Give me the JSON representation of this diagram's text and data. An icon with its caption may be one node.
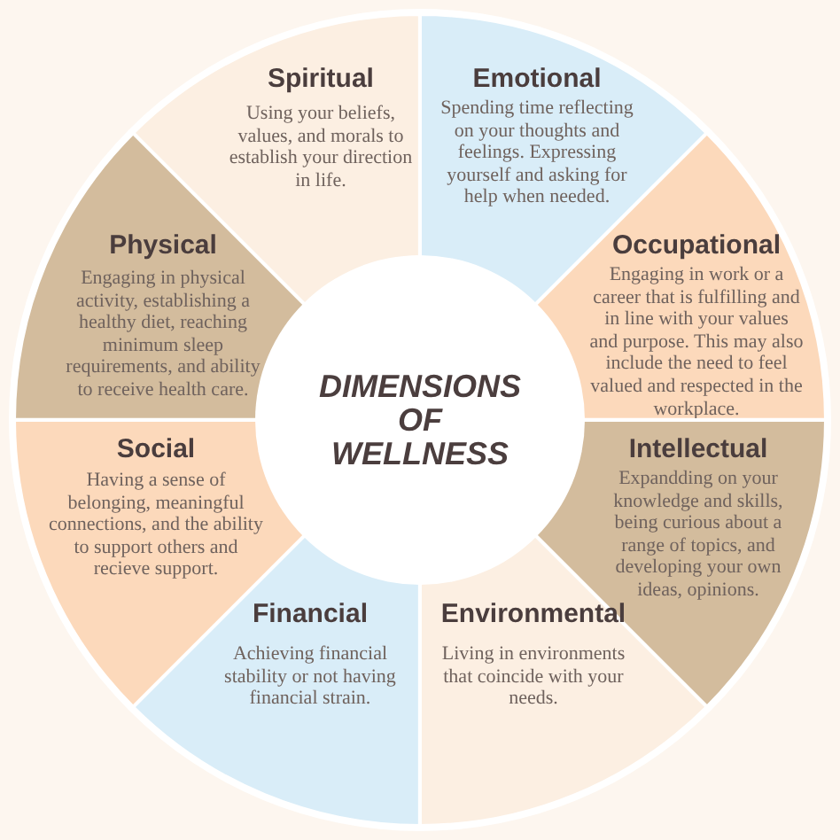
{
  "diagram": {
    "nodes": [
      {
        "text": [
          "DIMENSIONS OF WELLNESS"
        ]
      },
      {
        "text": [
          "Spiritual",
          "Using your beliefs, values, and morals to establish your direction in life."
        ]
      },
      {
        "text": [
          "Emotional",
          "Spending time reflecting on your thoughts and feelings. Expressing yourself and asking for help when needed."
        ]
      },
      {
        "text": [
          "Occupational",
          "Engaging in work or a career that is fulfilling and in line with your values and purpose. This may also include the need to feel valued and respected in the workplace."
        ]
      },
      {
        "text": [
          "Intellectual",
          "Expandding on your knowledge and skills, being curious about a range of topics, and developing your own ideas, opinions."
        ]
      },
      {
        "text": [
          "Environmental",
          "Living in environments that coincide with your needs."
        ]
      },
      {
        "text": [
          "Financial",
          "Achieving financial stability or not having financial strain."
        ]
      },
      {
        "text": [
          "Social",
          "Having a sense of belonging, meaningful connections, and the ability to support others and recieve support."
        ]
      },
      {
        "text": [
          "Physical",
          "Engaging in physical activity, establishing a healthy diet, reaching minimum sleep requirements, and ability to receive health care."
        ]
      }
    ]
  }
}
